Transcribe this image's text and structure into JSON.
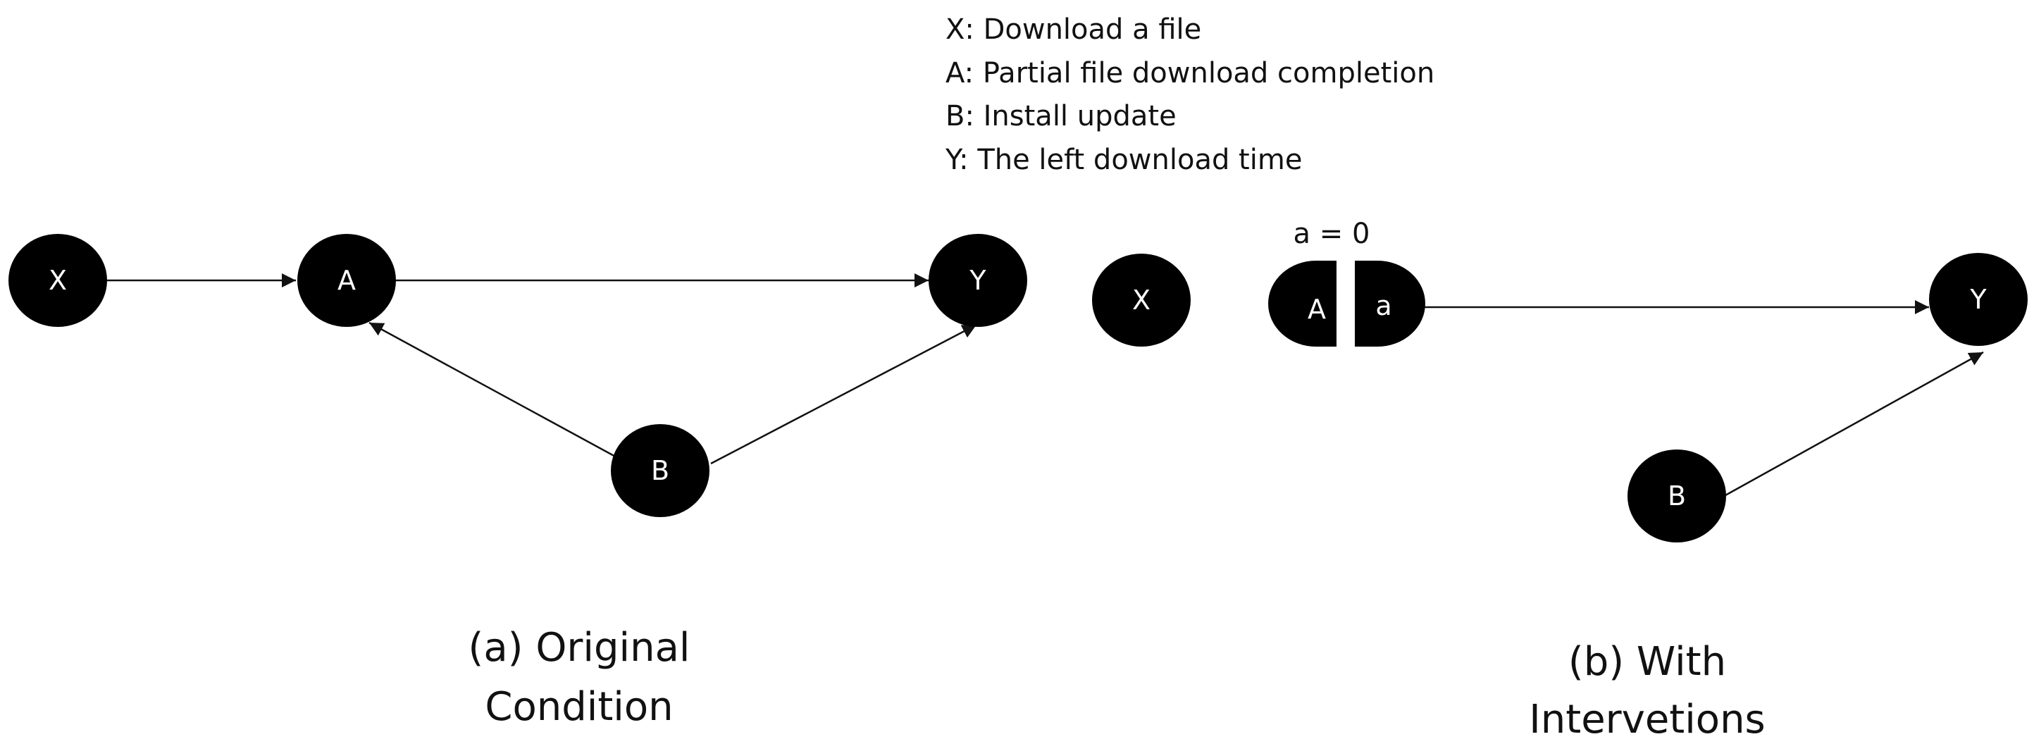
{
  "legend": [
    "X: Download a file",
    "A: Partial file download completion",
    "B: Install update",
    "Y: The left download time"
  ],
  "original": {
    "nodes": {
      "x": "X",
      "a": "A",
      "y": "Y",
      "b": "B"
    },
    "caption_line1": "(a) Original",
    "caption_line2": "Condition"
  },
  "intervention": {
    "nodes": {
      "x": "X",
      "a": "A",
      "a_value": "a",
      "y": "Y",
      "b": "B"
    },
    "annotation": "a = 0",
    "caption_line1": "(b) With",
    "caption_line2": "Intervetions"
  },
  "colors": {
    "node_fill": "#000000",
    "node_text": "#ffffff",
    "edge": "#111111"
  }
}
